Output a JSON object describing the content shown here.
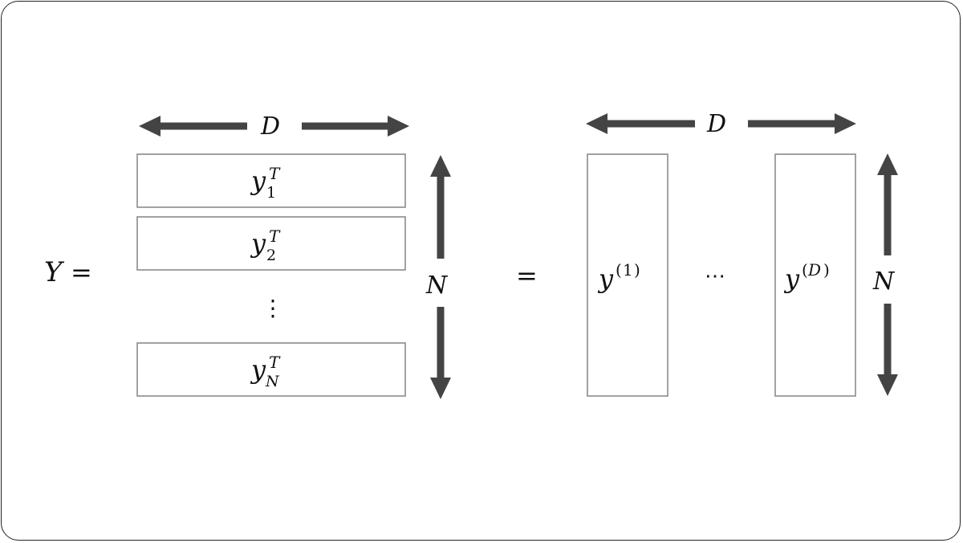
{
  "lhs": {
    "symbol": "Y",
    "equals": "="
  },
  "row_matrix": {
    "width_label": "D",
    "height_label": "N",
    "rows": [
      {
        "base": "y",
        "sub": "1",
        "sup": "T"
      },
      {
        "base": "y",
        "sub": "2",
        "sup": "T"
      },
      {
        "base": "y",
        "sub": "N",
        "sup": "T"
      }
    ],
    "vdots": "⋮"
  },
  "middle_equals": "=",
  "column_matrix": {
    "width_label": "D",
    "height_label": "N",
    "columns": [
      {
        "base": "y",
        "sup_open": "(",
        "sup_inner": "1",
        "sup_close": ")"
      },
      {
        "base": "y",
        "sup_open": "(",
        "sup_inner": "D",
        "sup_close": ")"
      }
    ],
    "hdots": "⋯"
  },
  "colors": {
    "arrow": "#444444",
    "box_border": "#8a8a8a",
    "frame_border": "#222222"
  }
}
